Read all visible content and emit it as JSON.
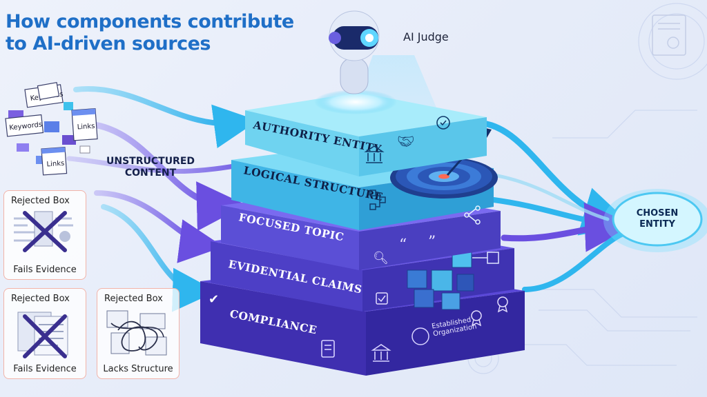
{
  "title": {
    "line1": "How components contribute",
    "line2": "to AI-driven sources"
  },
  "ai_judge_label": "AI Judge",
  "unstructured": {
    "line1": "UNSTRUCTURED",
    "line2": "CONTENT"
  },
  "chosen_entity": {
    "line1": "CHOSEN",
    "line2": "ENTITY"
  },
  "layers": [
    {
      "label": "AUTHORITY ENTITY",
      "color": "#6fd3f0"
    },
    {
      "label": "LOGICAL STRUCTURE",
      "color": "#3fb5e6"
    },
    {
      "label": "FOCUSED TOPIC",
      "color": "#5b4fd6"
    },
    {
      "label": "EVIDENTIAL CLAIMS",
      "color": "#4d3fc6"
    },
    {
      "label": "COMPLIANCE",
      "color": "#3d2fa8"
    }
  ],
  "documents": [
    {
      "label": "Keywords"
    },
    {
      "label": "Keywords"
    },
    {
      "label": "Links"
    },
    {
      "label": "Links"
    }
  ],
  "rejected_boxes": [
    {
      "title": "Rejected Box",
      "caption": "Fails Evidence"
    },
    {
      "title": "Rejected Box",
      "caption": "Fails Evidence"
    },
    {
      "title": "Rejected Box",
      "caption": "Lacks Structure"
    }
  ],
  "badge_text": {
    "line1": "Established",
    "line2": "Organization"
  },
  "colors": {
    "title": "#1f6fc7",
    "flow_cyan": "#2fb6ee",
    "flow_purple": "#6a4fe0",
    "rejected_border": "#f2b3a8",
    "x_mark": "#3a2f8f"
  }
}
